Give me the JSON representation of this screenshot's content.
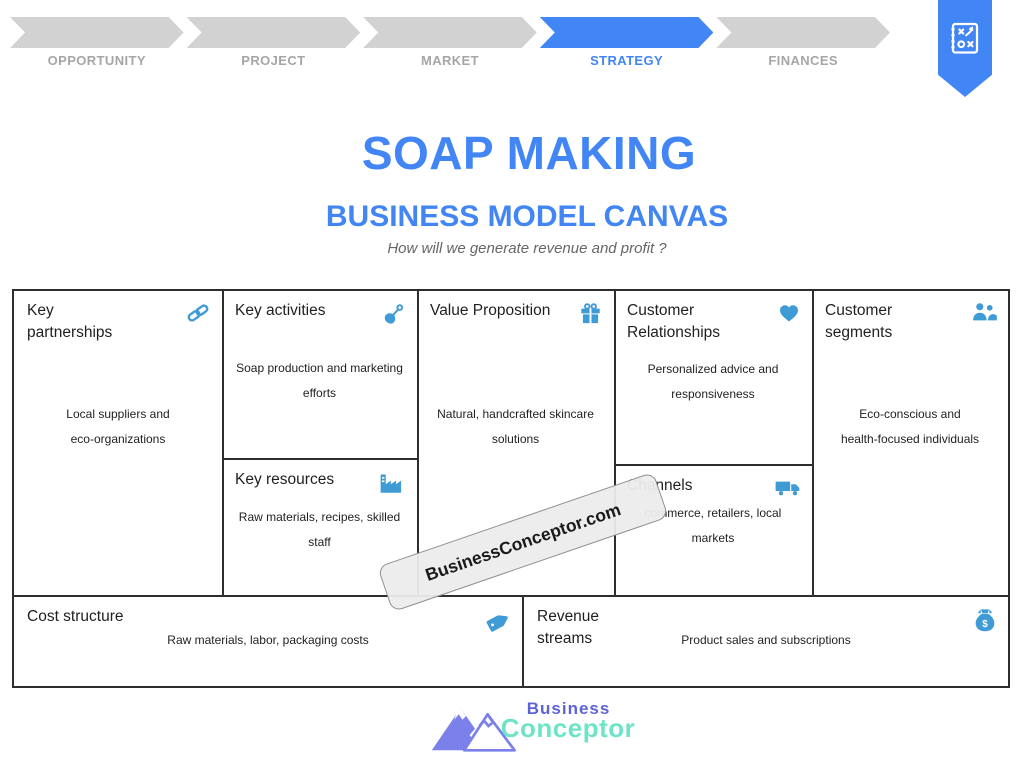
{
  "stepper": {
    "steps": [
      {
        "label": "OPPORTUNITY",
        "active": false
      },
      {
        "label": "PROJECT",
        "active": false
      },
      {
        "label": "MARKET",
        "active": false
      },
      {
        "label": "STRATEGY",
        "active": true
      },
      {
        "label": "FINANCES",
        "active": false
      }
    ]
  },
  "badge": {
    "icon": "strategy-playbook-icon"
  },
  "header": {
    "title": "SOAP MAKING",
    "subtitle": "BUSINESS MODEL CANVAS",
    "tagline": "How will we generate revenue and profit ?"
  },
  "canvas": {
    "key_partnerships": {
      "title": "Key\npartnerships",
      "icon": "chain-link-icon",
      "content": "Local suppliers and\neco-organizations"
    },
    "key_activities": {
      "title": "Key activities",
      "icon": "shovel-icon",
      "content": "Soap production and marketing\nefforts"
    },
    "key_resources": {
      "title": "Key resources",
      "icon": "factory-icon",
      "content": "Raw materials, recipes, skilled\nstaff"
    },
    "value_proposition": {
      "title": "Value Proposition",
      "icon": "gift-icon",
      "content": "Natural, handcrafted skincare\nsolutions"
    },
    "customer_relationships": {
      "title": "Customer\nRelationships",
      "icon": "heart-icon",
      "content": "Personalized advice and\nresponsiveness"
    },
    "channels": {
      "title": "Channels",
      "icon": "truck-icon",
      "content": "commerce, retailers, local\nmarkets"
    },
    "customer_segments": {
      "title": "Customer\nsegments",
      "icon": "people-icon",
      "content": "Eco-conscious and\nhealth-focused individuals"
    },
    "cost_structure": {
      "title": "Cost structure",
      "icon": "price-tag-icon",
      "content": "Raw materials, labor, packaging costs"
    },
    "revenue_streams": {
      "title": "Revenue\nstreams",
      "icon": "money-bag-icon",
      "content": "Product sales and subscriptions"
    }
  },
  "watermark": {
    "text": "BusinessConceptor.com"
  },
  "footer_logo": {
    "icon": "mountain-logo-icon",
    "line1": "Business",
    "line2": "Conceptor"
  },
  "colors": {
    "accent_blue": "#4285F4",
    "icon_blue": "#3E9BD6",
    "inactive_gray": "#D2D2D2",
    "label_gray": "#A6A6A6",
    "grid_border": "#2E2E2E",
    "logo_indigo": "#5E63D6",
    "logo_teal": "#6FE3C8"
  }
}
